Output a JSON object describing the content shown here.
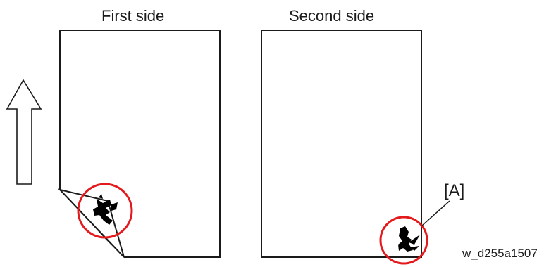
{
  "diagram": {
    "first_side": {
      "title": "First side"
    },
    "second_side": {
      "title": "Second side"
    },
    "callout_label": "[A]",
    "figure_code": "w_d255a1507",
    "colors": {
      "outline": "#1a1a1a",
      "highlight": "#e3191c",
      "fill": "#000000"
    },
    "icons": {
      "feed_direction": "up-arrow-outline-icon"
    }
  }
}
